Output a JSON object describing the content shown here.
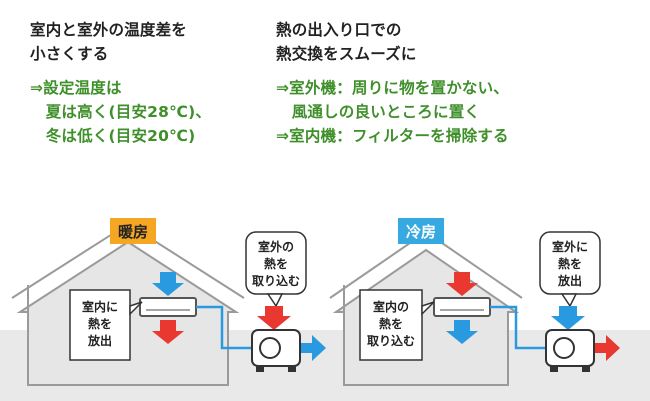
{
  "left_tip": {
    "heading": [
      "室内と室外の温度差を",
      "小さくする"
    ],
    "advice": [
      "⇒設定温度は",
      "　夏は高く(目安28℃)、",
      "　冬は低く(目安20℃)"
    ]
  },
  "right_tip": {
    "heading": [
      "熱の出入り口での",
      "熱交換をスムーズに"
    ],
    "advice": [
      "⇒室外機：周りに物を置かない、",
      "　風通しの良いところに置く",
      "⇒室内機：フィルターを掃除する"
    ]
  },
  "heating": {
    "label": "暖房",
    "label_color": "#f5a623",
    "indoor_bubble": [
      "室内に",
      "熱を",
      "放出"
    ],
    "outdoor_bubble": [
      "室外の",
      "熱を",
      "取り込む"
    ]
  },
  "cooling": {
    "label": "冷房",
    "label_color": "#36a9e1",
    "indoor_bubble": [
      "室内の",
      "熱を",
      "取り込む"
    ],
    "outdoor_bubble": [
      "室外に",
      "熱を",
      "放出"
    ]
  },
  "colors": {
    "hot_arrow": "#e8382f",
    "cold_arrow": "#2a9ae0",
    "pipe": "#2a9ae0",
    "house_fill": "#e6e6e6",
    "house_stroke": "#9a9a9a"
  }
}
